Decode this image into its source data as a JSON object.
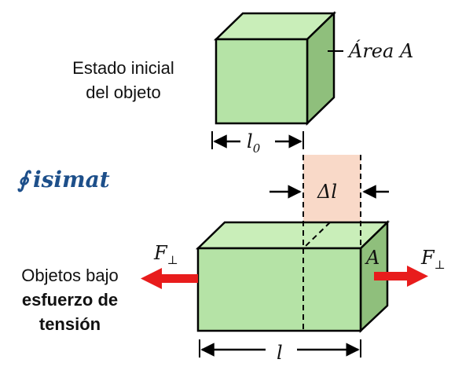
{
  "initial_state": {
    "label_line1": "Estado inicial",
    "label_line2": "del objeto",
    "area_label": "Área A",
    "length_symbol": "l",
    "length_subscript": "0"
  },
  "elongation": {
    "label": "Δl",
    "color": "#f9d9c8"
  },
  "logo": {
    "symbol": "∮",
    "text": "isimat",
    "color": "#1d4f8a"
  },
  "stressed_state": {
    "label_line1": "Objetos bajo",
    "label_line2": "esfuerzo de",
    "label_line3": "tensión",
    "force_symbol": "F",
    "force_subscript": "⊥",
    "area_label": "A",
    "length_symbol": "l"
  },
  "colors": {
    "cube_front": "#b5e3a6",
    "cube_top": "#c9eeb9",
    "cube_side": "#8fbf7c",
    "force_arrow": "#e81c1c"
  }
}
